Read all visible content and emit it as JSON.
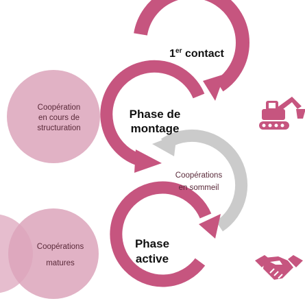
{
  "colors": {
    "primary": "#c6557f",
    "primary_light": "#dca4bb",
    "grey": "#cbcbcb",
    "text_dark": "#111111"
  },
  "stages": [
    {
      "superscript_text": {
        "base": "1",
        "sup": "er",
        "rest": " contact"
      }
    },
    {
      "title_line1": "Phase de",
      "title_line2": "montage",
      "side_line1": "Coopération",
      "side_line2": "en cours de",
      "side_line3": "structuration",
      "icon": "excavator-icon"
    },
    {
      "line1": "Coopérations",
      "line2": "en sommeil"
    },
    {
      "title_line1": "Phase",
      "title_line2": "active",
      "side_line1": "Coopérations",
      "side_line2": "matures",
      "icon": "handshake-icon"
    }
  ]
}
